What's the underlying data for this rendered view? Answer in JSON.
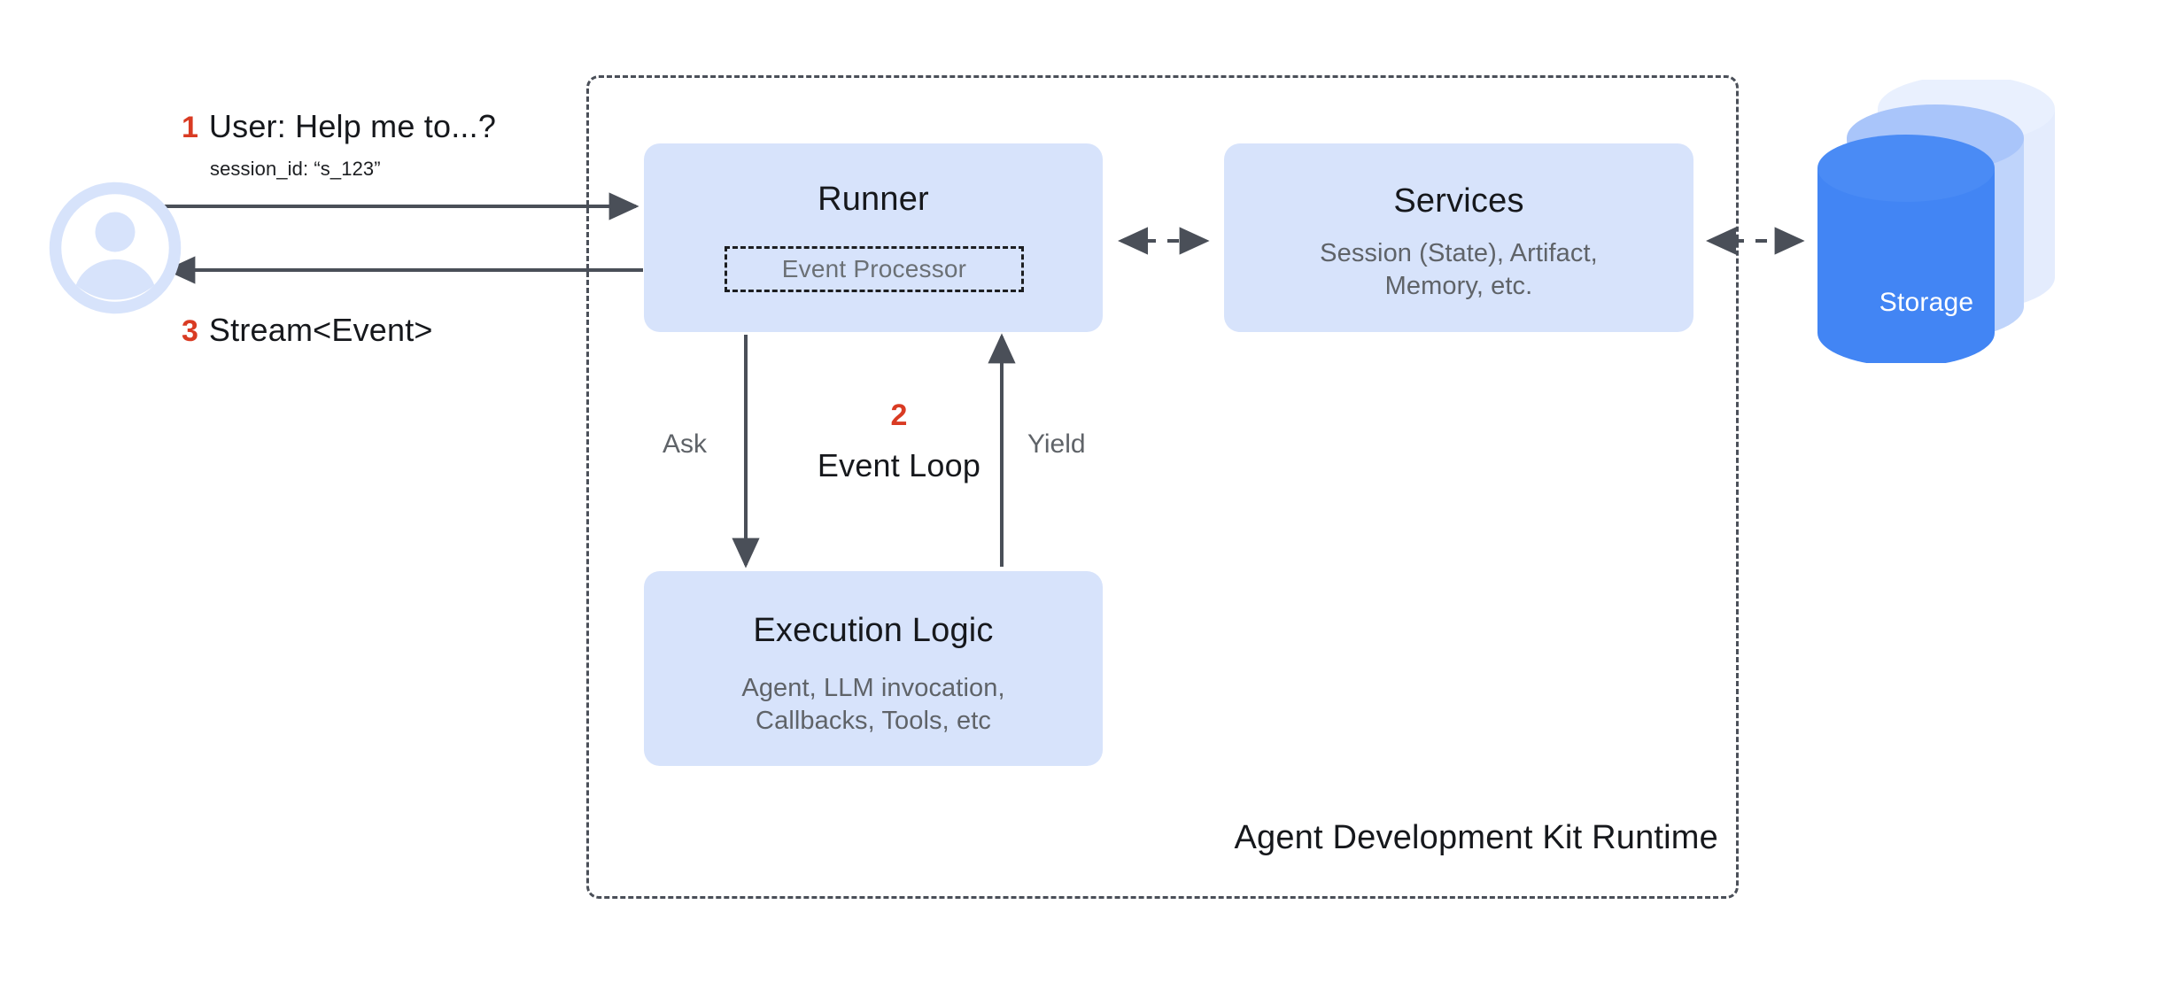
{
  "diagram": {
    "runtime_label": "Agent Development Kit Runtime",
    "accent_color": "#d93b23",
    "box_fill": "#d7e3fb",
    "storage_color": "#4285f4",
    "connector_color": "#4a4f58"
  },
  "user": {
    "avatar_icon": "user-avatar-icon",
    "message_in": {
      "number": "1",
      "text": "User: Help me to...?",
      "detail": "session_id: “s_123”"
    },
    "message_out": {
      "number": "3",
      "text": "Stream<Event>"
    }
  },
  "runner": {
    "title": "Runner",
    "inner": {
      "label": "Event Processor"
    }
  },
  "services": {
    "title": "Services",
    "subtitle": "Session (State), Artifact,\nMemory, etc.",
    "subtitle_line1": "Session (State), Artifact,",
    "subtitle_line2": "Memory, etc."
  },
  "execution": {
    "title": "Execution Logic",
    "subtitle_line1": "Agent, LLM invocation,",
    "subtitle_line2": "Callbacks, Tools, etc"
  },
  "event_loop": {
    "number": "2",
    "label": "Event Loop",
    "ask_label": "Ask",
    "yield_label": "Yield"
  },
  "storage": {
    "label": "Storage",
    "icon": "database-cylinder-icon"
  }
}
